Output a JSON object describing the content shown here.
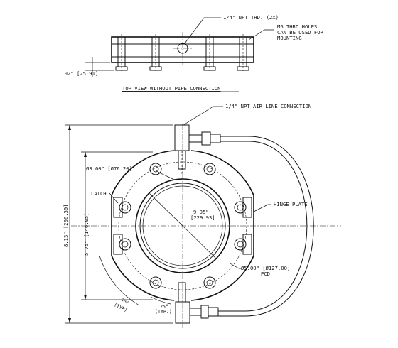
{
  "top_view": {
    "note_npt": "1/4\" NPT THD. (2X)",
    "note_holes_line1": "M6 THRD HOLES",
    "note_holes_line2": "CAN BE USED FOR",
    "note_holes_line3": "MOUNTING",
    "dim_height": "1.02\" [25.91]",
    "caption": "TOP VIEW WITHOUT PIPE CONNECTION"
  },
  "front_view": {
    "note_air": "1/4\" NPT AIR LINE CONNECTION",
    "dim_bore": "Ø3.00\" [Ø76.20]",
    "label_latch": "LATCH",
    "label_hinge": "HINGE PLATE",
    "dim_inner_line1": "9.05\"",
    "dim_inner_line2": "[229.93]",
    "dim_overall": "8.13\" [206.50]",
    "dim_width": "5.75\" [146.05]",
    "dim_pcd_line1": "Ø5.00\" [Ø127.00]",
    "dim_pcd_line2": "PCD",
    "angle_75_line1": "75°",
    "angle_75_line2": "(TYP)",
    "angle_25_line1": "25°",
    "angle_25_line2": "(TYP.)"
  }
}
